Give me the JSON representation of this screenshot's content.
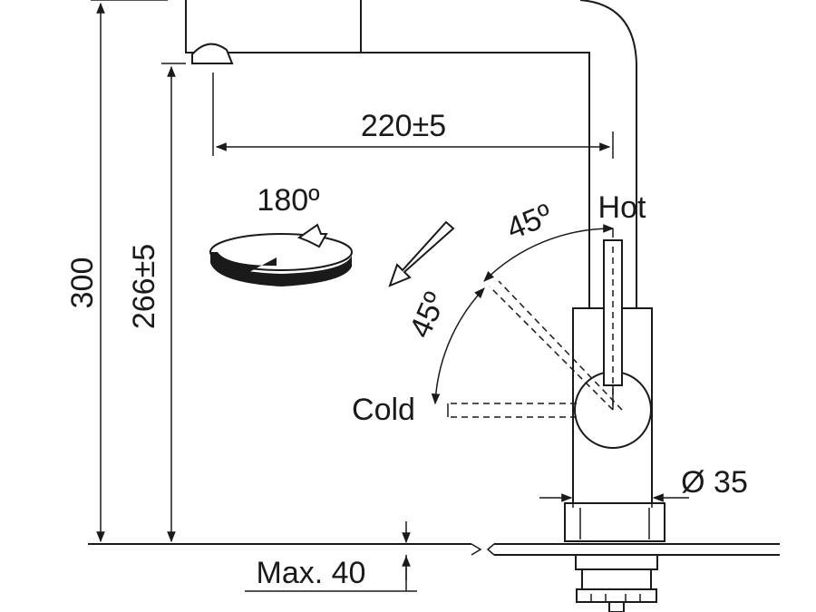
{
  "labels": {
    "reach": "220±5",
    "total_height": "300",
    "spout_height": "266±5",
    "rotation": "180º",
    "angle_hot": "45º",
    "angle_cold": "45º",
    "hot": "Hot",
    "cold": "Cold",
    "diameter": "Ø 35",
    "max_thickness": "Max. 40"
  },
  "colors": {
    "line": "#1a1a1a",
    "background": "#ffffff"
  }
}
